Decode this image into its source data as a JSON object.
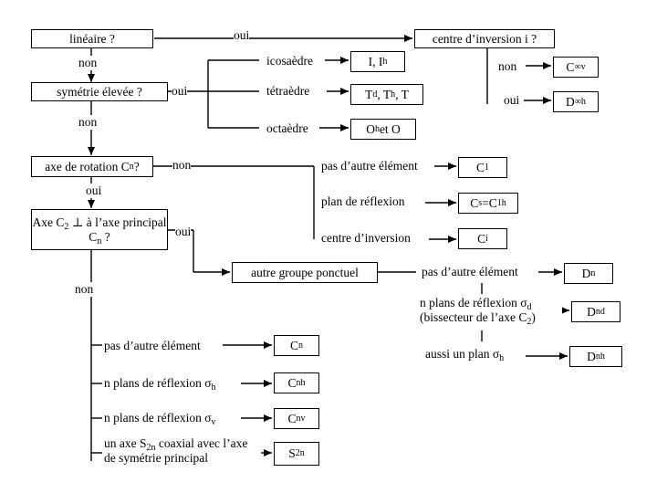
{
  "questions": {
    "lineaire": "linéaire ?",
    "symetrie": "symétrie élevée ?",
    "axe_rotation": [
      "axe de rotation C",
      "n",
      " ?"
    ],
    "axe_c2": [
      "Axe C",
      "2",
      " ⊥ à l’axe principal C",
      "n",
      " ?"
    ]
  },
  "answers": {
    "oui_1": "oui",
    "non_1": "non",
    "oui_2": "oui",
    "non_2": "non",
    "non_3": "non",
    "oui_3": "oui",
    "oui_4": "oui",
    "non_4": "non",
    "non_5": "non",
    "oui_5": "oui"
  },
  "linear_branch": {
    "centre_question": "centre d’inversion i ?",
    "cinfv": [
      "C",
      "∞v"
    ],
    "dinfh": [
      "D",
      "∞h"
    ]
  },
  "high_symmetry": {
    "icosaedre": "icosaèdre",
    "tetraedre": "tétraèdre",
    "octaedre": "octaèdre",
    "ico_groups": [
      "I, I",
      "h"
    ],
    "tet_groups": [
      "T",
      "d",
      ", T",
      "h",
      ", T"
    ],
    "oct_groups": [
      "O",
      "h",
      " et O"
    ]
  },
  "no_axis": {
    "pas_autre": "pas d’autre élément",
    "plan": "plan de réflexion",
    "centre": "centre d’inversion",
    "c1": [
      "C",
      "1"
    ],
    "cs": [
      "C",
      "s",
      "=C",
      "1h"
    ],
    "ci": [
      "C",
      "i"
    ]
  },
  "autre_groupe": "autre groupe ponctuel",
  "d_groups": {
    "pas_autre": "pas d’autre élément",
    "plans_sigma_d": [
      "n plans de réflexion σ",
      "d",
      " (bissecteur de l’axe C",
      "2",
      ")"
    ],
    "plan_sigma_h": [
      "aussi un plan σ",
      "h"
    ],
    "dn": [
      "D",
      "n"
    ],
    "dnd": [
      "D",
      "nd"
    ],
    "dnh": [
      "D",
      "nh"
    ]
  },
  "c_groups": {
    "pas_autre": "pas d’autre élément",
    "plans_sigma_h": [
      "n plans de réflexion σ",
      "h"
    ],
    "plans_sigma_v": [
      "n plans de réflexion σ",
      "v"
    ],
    "axe_s2n": "un axe S2n coaxial avec l’axe de symétrie principal",
    "cn": [
      "C",
      "n"
    ],
    "cnh": [
      "C",
      "nh"
    ],
    "cnv": [
      "C",
      "nv"
    ],
    "s2n": [
      "S",
      "2n"
    ]
  }
}
